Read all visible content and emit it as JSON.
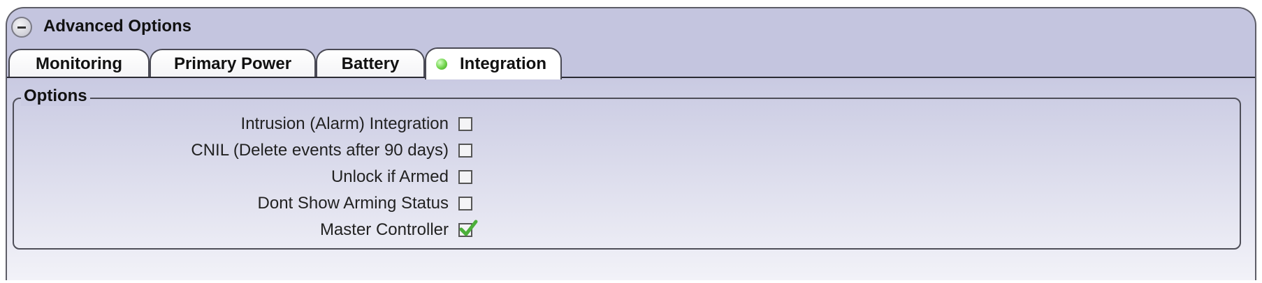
{
  "header": {
    "title": "Advanced Options"
  },
  "tabs": [
    {
      "label": "Monitoring",
      "active": false
    },
    {
      "label": "Primary Power",
      "active": false
    },
    {
      "label": "Battery",
      "active": false
    },
    {
      "label": "Integration",
      "active": true
    }
  ],
  "group": {
    "title": "Options",
    "options": [
      {
        "label": "Intrusion (Alarm) Integration",
        "checked": false
      },
      {
        "label": "CNIL (Delete events after 90 days)",
        "checked": false
      },
      {
        "label": "Unlock if Armed",
        "checked": false
      },
      {
        "label": "Dont Show Arming Status",
        "checked": false
      },
      {
        "label": "Master Controller",
        "checked": true
      }
    ]
  },
  "colors": {
    "panel": "#c4c5df",
    "status_led": "#6fd34a",
    "check": "#4caf3a"
  }
}
